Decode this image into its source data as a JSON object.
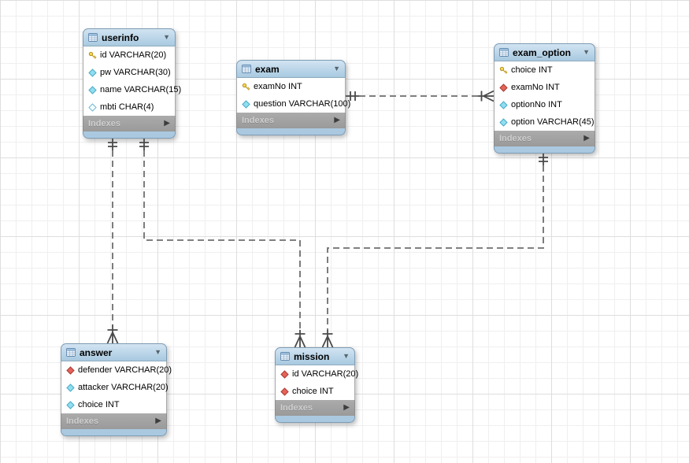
{
  "tables": {
    "userinfo": {
      "title": "userinfo",
      "columns": [
        {
          "icon": "primary-key-icon",
          "label": "id VARCHAR(20)"
        },
        {
          "icon": "column-notnull-icon",
          "label": "pw VARCHAR(30)"
        },
        {
          "icon": "column-notnull-icon",
          "label": "name VARCHAR(15)"
        },
        {
          "icon": "column-nullable-icon",
          "label": "mbti CHAR(4)"
        }
      ],
      "footer_label": "Indexes"
    },
    "exam": {
      "title": "exam",
      "columns": [
        {
          "icon": "primary-key-icon",
          "label": "examNo INT"
        },
        {
          "icon": "column-notnull-icon",
          "label": "question VARCHAR(100)"
        }
      ],
      "footer_label": "Indexes"
    },
    "exam_option": {
      "title": "exam_option",
      "columns": [
        {
          "icon": "primary-key-icon",
          "label": "choice INT"
        },
        {
          "icon": "foreign-key-icon",
          "label": "examNo INT"
        },
        {
          "icon": "column-notnull-icon",
          "label": "optionNo INT"
        },
        {
          "icon": "column-notnull-icon",
          "label": "option VARCHAR(45)"
        }
      ],
      "footer_label": "Indexes"
    },
    "answer": {
      "title": "answer",
      "columns": [
        {
          "icon": "foreign-key-icon",
          "label": "defender VARCHAR(20)"
        },
        {
          "icon": "column-notnull-icon",
          "label": "attacker VARCHAR(20)"
        },
        {
          "icon": "column-notnull-icon",
          "label": "choice INT"
        }
      ],
      "footer_label": "Indexes"
    },
    "mission": {
      "title": "mission",
      "columns": [
        {
          "icon": "foreign-key-icon",
          "label": "id VARCHAR(20)"
        },
        {
          "icon": "foreign-key-icon",
          "label": "choice INT"
        }
      ],
      "footer_label": "Indexes"
    }
  },
  "relationships": [
    {
      "from": "exam",
      "to": "exam_option",
      "from_end": "exactly-one",
      "to_end": "one-or-many",
      "style": "dashed"
    },
    {
      "from": "userinfo",
      "to": "answer",
      "from_end": "exactly-one",
      "to_end": "one-or-many",
      "style": "dashed"
    },
    {
      "from": "userinfo",
      "to": "mission",
      "from_end": "exactly-one",
      "to_end": "one-or-many",
      "style": "dashed"
    },
    {
      "from": "exam_option",
      "to": "mission",
      "from_end": "exactly-one",
      "to_end": "one-or-many",
      "style": "dashed"
    }
  ],
  "colors": {
    "header_blue": "#a8c9e0",
    "footer_blue": "#aac9e0",
    "indexes_gray": "#a1a1a1",
    "relationship_line": "#6e6e6e",
    "primary_key": "#f6d84d",
    "foreign_key_diamond": "#e4635a",
    "column_diamond": "#8fdef0",
    "grid_line": "#efefef"
  }
}
